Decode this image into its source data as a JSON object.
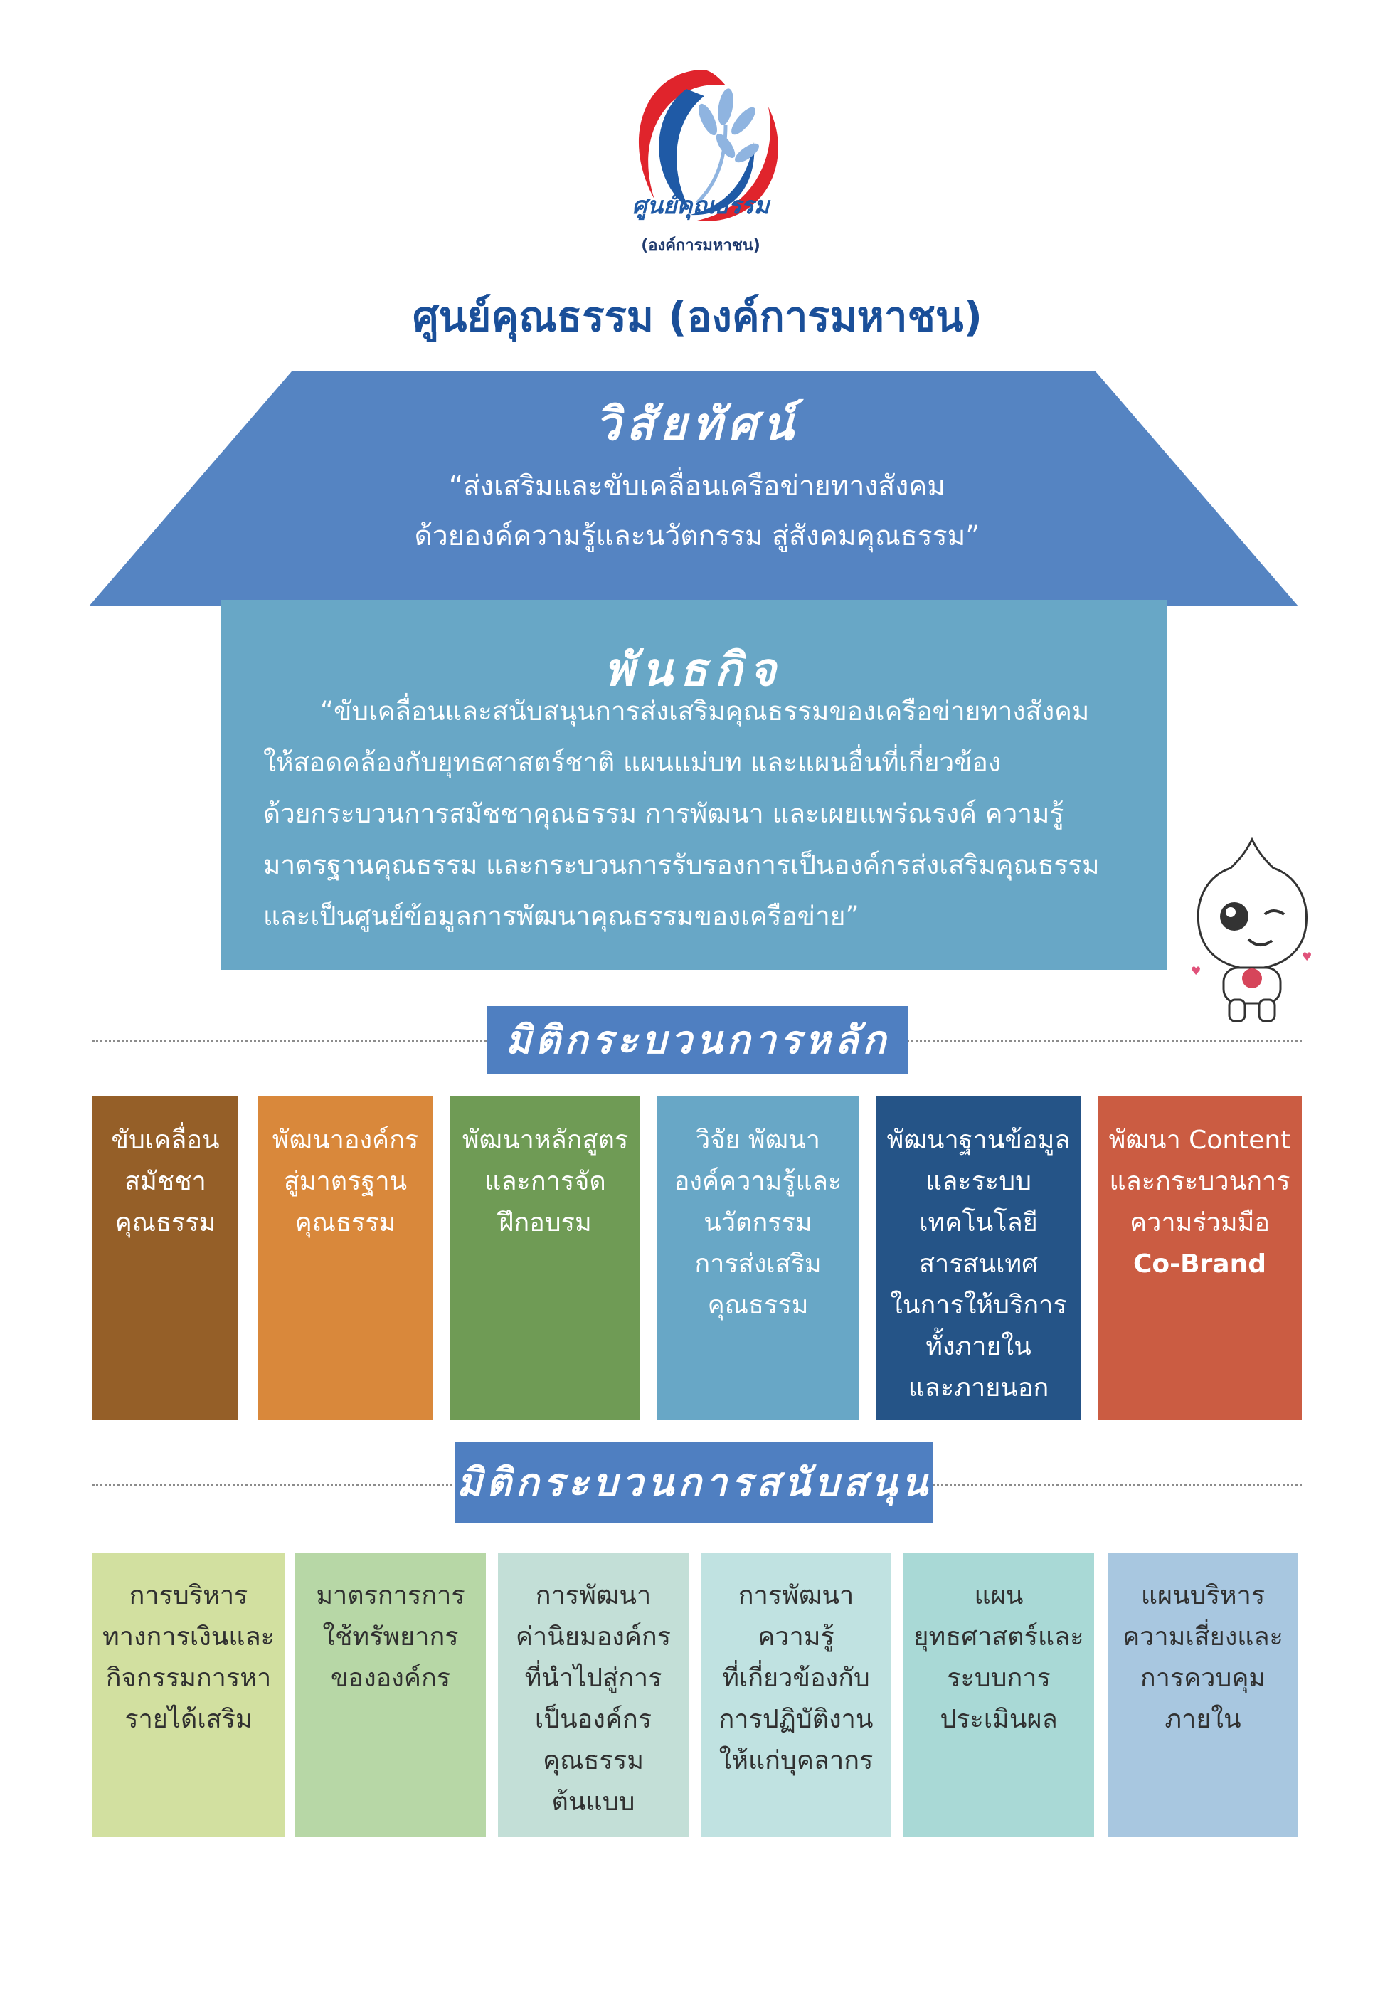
{
  "colors": {
    "title_blue": "#1a4f99",
    "roof": "#5584c2",
    "mission": "#68a7c6",
    "banner": "#4f7fc1",
    "logo_red": "#e0242c",
    "logo_blue": "#1f5aa6"
  },
  "logo": {
    "name": "ศูนย์คุณธรรม",
    "sub": "(องค์การมหาชน)"
  },
  "org_title": "ศูนย์คุณธรรม (องค์การมหาชน)",
  "vision": {
    "heading": "วิสัยทัศน์",
    "lines": [
      "“ส่งเสริมและขับเคลื่อนเครือข่ายทางสังคม",
      "ด้วยองค์ความรู้และนวัตกรรม สู่สังคมคุณธรรม”"
    ]
  },
  "mission": {
    "heading": "พันธกิจ",
    "lines": [
      "“ขับเคลื่อนและสนับสนุนการส่งเสริมคุณธรรมของเครือข่ายทางสังคม",
      "ให้สอดคล้องกับยุทธศาสตร์ชาติ  แผนแม่บท  และแผนอื่นที่เกี่ยวข้อง",
      "ด้วยกระบวนการสมัชชาคุณธรรม การพัฒนา และเผยแพร่ณรงค์ ความรู้",
      "มาตรฐานคุณธรรม และกระบวนการรับรองการเป็นองค์กรส่งเสริมคุณธรรม",
      "และเป็นศูนย์ข้อมูลการพัฒนาคุณธรรมของเครือข่าย”"
    ]
  },
  "mascot": "mascot-character",
  "core": {
    "banner": "มิติกระบวนการหลัก",
    "items": [
      {
        "lines": [
          "ขับเคลื่อน",
          "สมัชชา",
          "คุณธรรม"
        ]
      },
      {
        "lines": [
          "พัฒนาองค์กร",
          "สู่มาตรฐาน",
          "คุณธรรม"
        ]
      },
      {
        "lines": [
          "พัฒนาหลักสูตร",
          "และการจัด",
          "ฝึกอบรม"
        ]
      },
      {
        "lines": [
          "วิจัย พัฒนา",
          "องค์ความรู้และ",
          "นวัตกรรม",
          "การส่งเสริม",
          "คุณธรรม"
        ]
      },
      {
        "lines": [
          "พัฒนาฐานข้อมูล",
          "และระบบ",
          "เทคโนโลยี",
          "สารสนเทศ",
          "ในการให้บริการ",
          "ทั้งภายใน",
          "และภายนอก"
        ]
      },
      {
        "lines": [
          "พัฒนา Content",
          "และกระบวนการ",
          "ความร่วมมือ",
          "Co-Brand"
        ]
      }
    ]
  },
  "support": {
    "banner": "มิติกระบวนการสนับสนุน",
    "items": [
      {
        "lines": [
          "การบริหาร",
          "ทางการเงินและ",
          "กิจกรรมการหา",
          "รายได้เสริม"
        ]
      },
      {
        "lines": [
          "มาตรการการ",
          "ใช้ทรัพยากร",
          "ขององค์กร"
        ]
      },
      {
        "lines": [
          "การพัฒนา",
          "ค่านิยมองค์กร",
          "ที่นำไปสู่การ",
          "เป็นองค์กร",
          "คุณธรรม",
          "ต้นแบบ"
        ]
      },
      {
        "lines": [
          "การพัฒนา",
          "ความรู้",
          "ที่เกี่ยวข้องกับ",
          "การปฏิบัติงาน",
          "ให้แก่บุคลากร"
        ]
      },
      {
        "lines": [
          "แผน",
          "ยุทธศาสตร์และ",
          "ระบบการ",
          "ประเมินผล"
        ]
      },
      {
        "lines": [
          "แผนบริหาร",
          "ความเสี่ยงและ",
          "การควบคุม",
          "ภายใน"
        ]
      }
    ]
  }
}
